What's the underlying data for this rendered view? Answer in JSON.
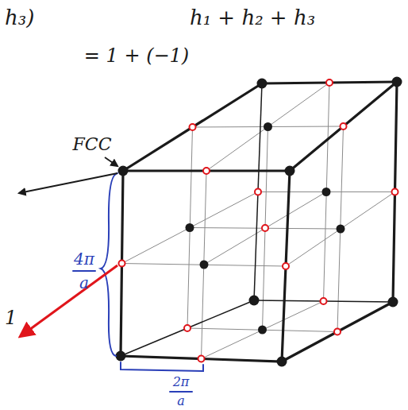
{
  "diagram": {
    "labels": [
      "h₃)",
      "h₁ + h₂ + h₃",
      "= 1 + (−1)",
      "FCC",
      "4π",
      "a",
      "2π",
      "a",
      "1"
    ]
  }
}
